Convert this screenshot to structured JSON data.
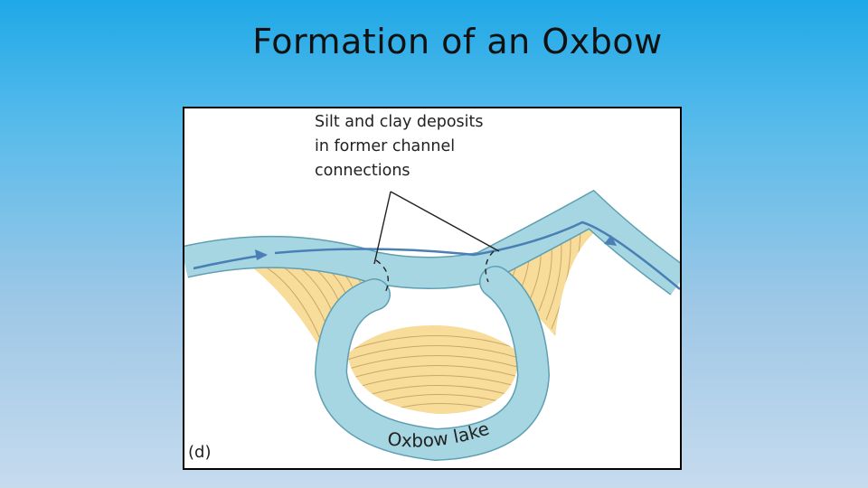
{
  "slide": {
    "title": "Formation of an Oxbow"
  },
  "figure": {
    "callout_lines": [
      "Silt and clay deposits",
      "in former channel",
      "connections"
    ],
    "panel_label": "(d)",
    "lake_label": "Oxbow lake",
    "colors": {
      "water": "#a6d6e2",
      "water_outline": "#5f9fb2",
      "flow_arrow": "#4a7fb5",
      "point_bar": "#f7dc9a",
      "point_bar_lines": "#c9a86a",
      "leader_line": "#222222"
    }
  }
}
